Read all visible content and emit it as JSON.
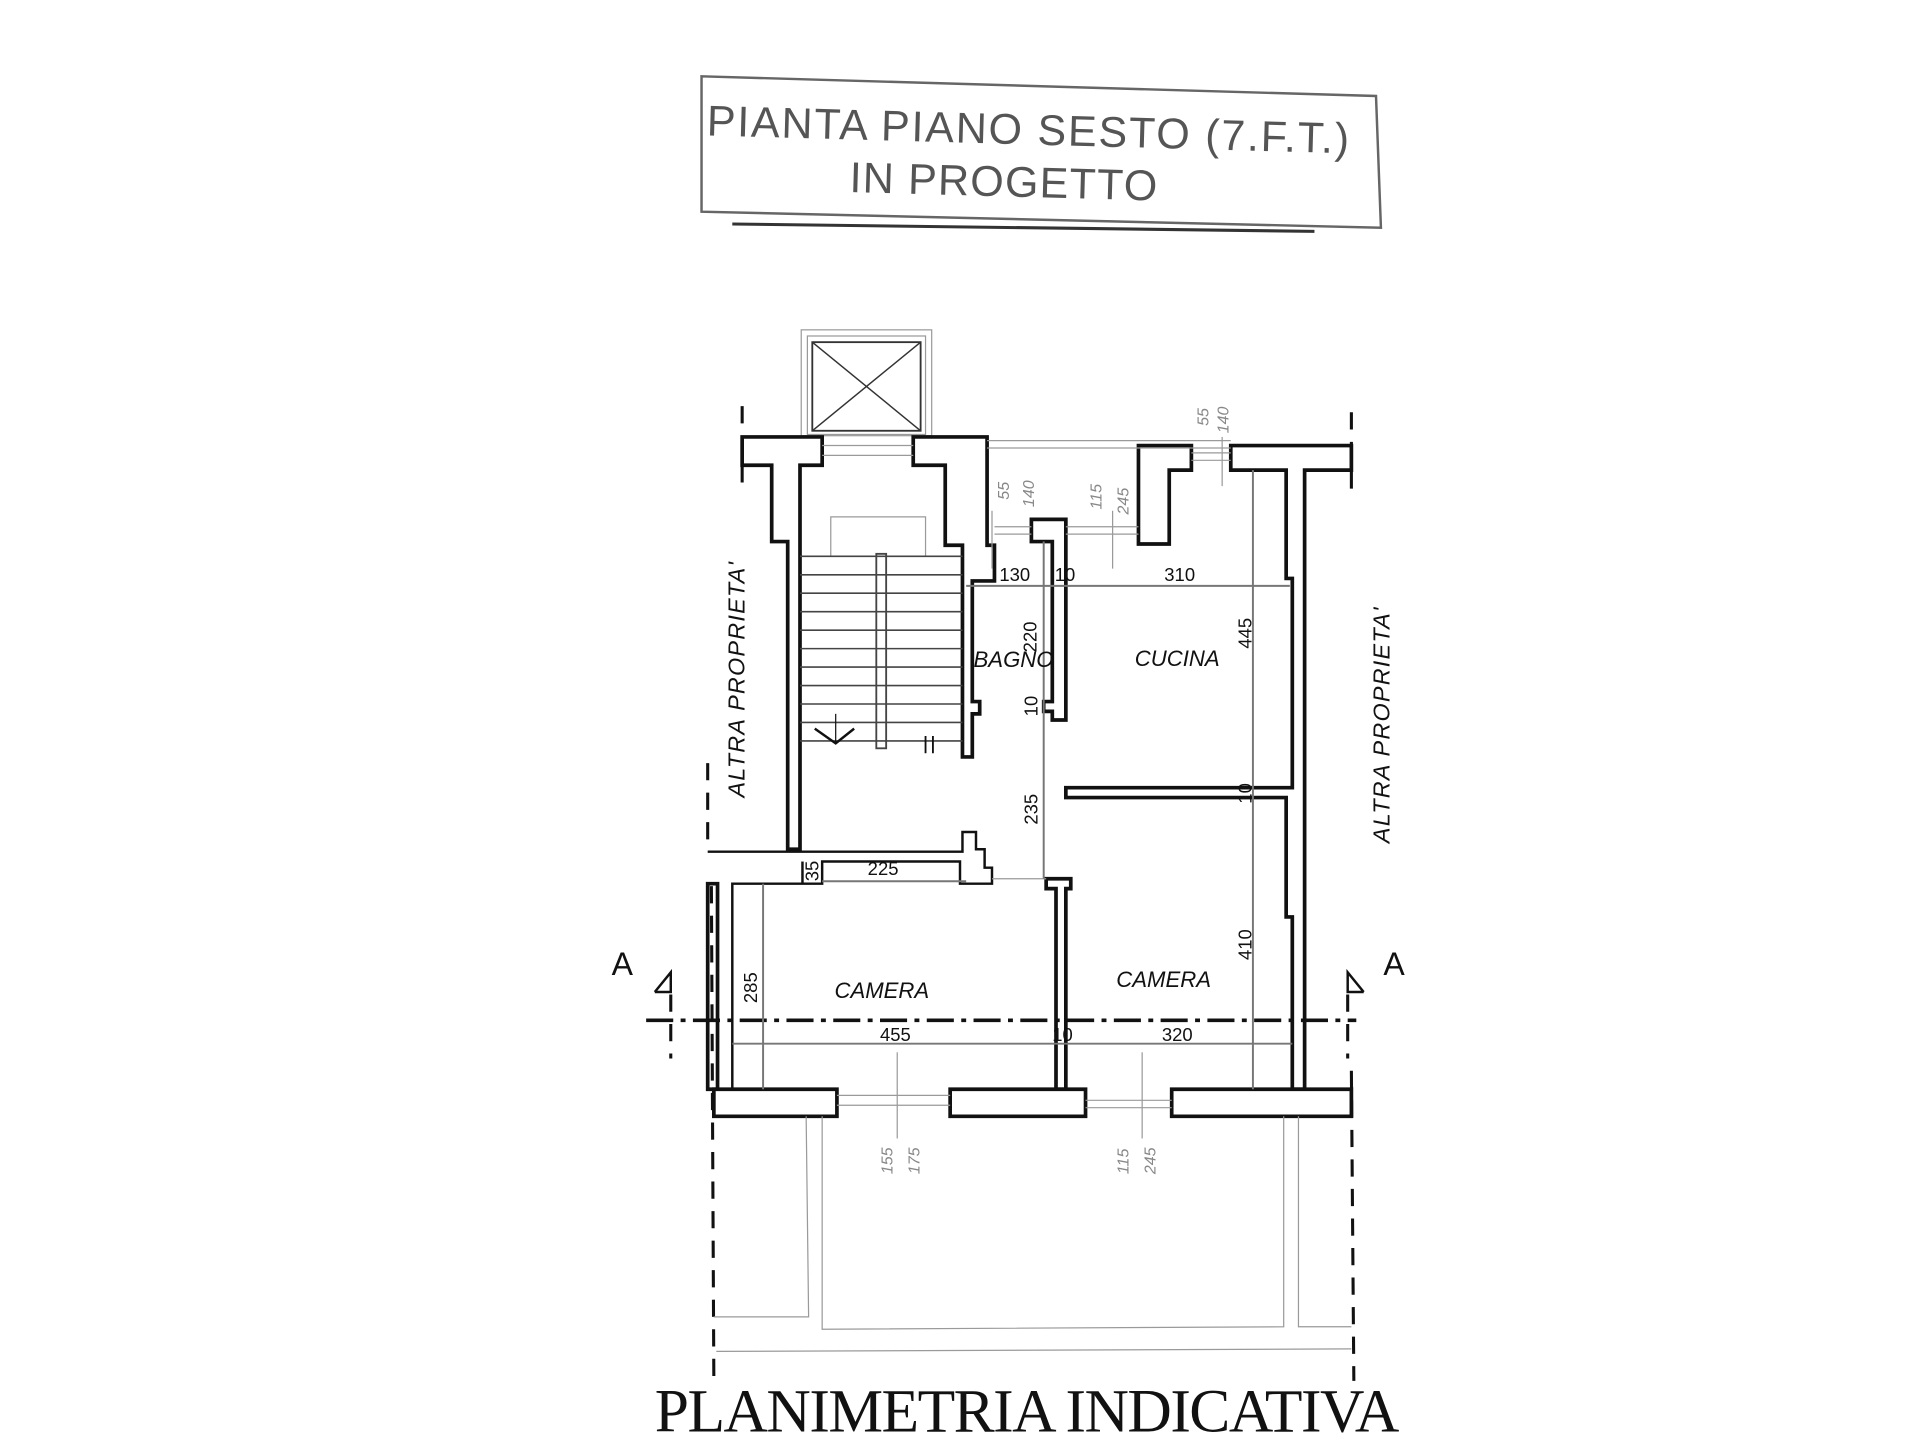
{
  "title": {
    "line1": "PIANTA PIANO SESTO (7.F.T.)",
    "line2": "IN PROGETTO"
  },
  "footer": "PLANIMETRIA INDICATIVA",
  "rooms": {
    "bagno": "BAGNO",
    "cucina": "CUCINA",
    "camera_left": "CAMERA",
    "camera_right": "CAMERA"
  },
  "neighbors": {
    "left": "ALTRA  PROPRIETA'",
    "right": "ALTRA  PROPRIETA'"
  },
  "section": {
    "left": "A",
    "right": "A"
  },
  "dimensions": {
    "bagno_width": "130",
    "wall_top": "10",
    "cucina_width": "310",
    "bagno_depth": "220",
    "cucina_depth": "445",
    "wall_bagno": "10",
    "corridor": "235",
    "wall_mid": "10",
    "entry_width": "225",
    "entry_step": "35",
    "camera_left_depth": "285",
    "camera_left_width": "455",
    "wall_bottom": "10",
    "camera_right_width": "320",
    "camera_right_depth": "410"
  },
  "windows": {
    "bagno": [
      "55",
      "140"
    ],
    "cucina_mid": [
      "115",
      "245"
    ],
    "cucina_right": [
      "55",
      "140"
    ],
    "camera_left": [
      "155",
      "175"
    ],
    "camera_right": [
      "115",
      "245"
    ]
  }
}
